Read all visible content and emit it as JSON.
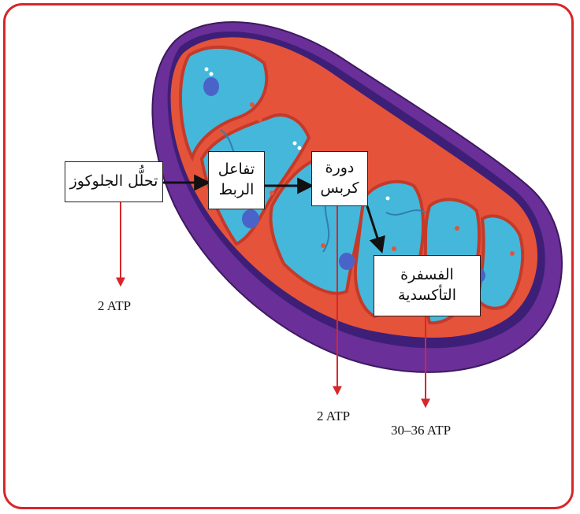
{
  "stages": {
    "glycolysis": {
      "lines": [
        "تحلُّل الجلوكوز"
      ]
    },
    "link_reaction": {
      "lines": [
        "تفاعل",
        "الربط"
      ]
    },
    "krebs": {
      "lines": [
        "دورة",
        "كربس"
      ]
    },
    "oxidative_phosphorylation": {
      "lines": [
        "الفسفرة",
        "التأكسدية"
      ]
    }
  },
  "yields": {
    "glycolysis": "2 ATP",
    "krebs": "2 ATP",
    "oxidative_phosphorylation": "30–36 ATP"
  },
  "colors": {
    "frame": "#d8262b",
    "outer_membrane": "#6a2f98",
    "inner_membrane": "#e4533a",
    "matrix": "#45b7da",
    "atp_arrow": "#d8262b",
    "flow_arrow": "#111111"
  }
}
